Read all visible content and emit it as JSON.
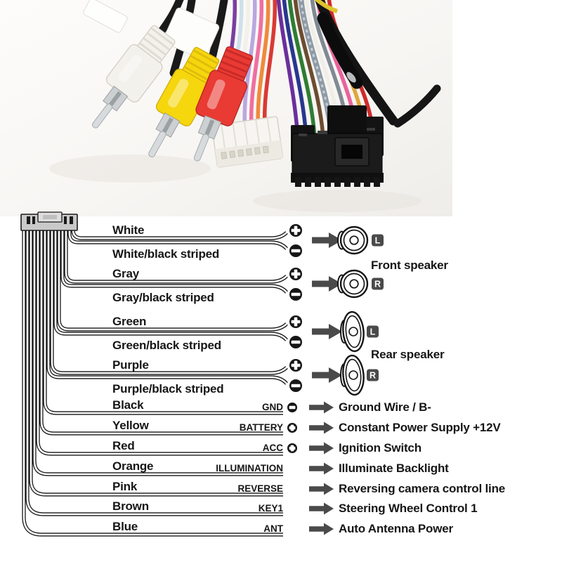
{
  "photo": {
    "rca_plugs": [
      {
        "name": "white-rca-plug",
        "color": "#f3f1eb",
        "edge": "#cfcbc1"
      },
      {
        "name": "yellow-rca-plug",
        "color": "#f6d60d",
        "edge": "#cfa90a"
      },
      {
        "name": "red-rca-plug",
        "color": "#e93a33",
        "edge": "#b02020"
      }
    ],
    "iso_connector_wire_colors": [
      "#7b3fa0",
      "#cfe0ea",
      "#f2f0ea",
      "#b9a7e0",
      "#ef6fa0",
      "#ef8a3c",
      "#d93a35"
    ],
    "quadlock_wire_colors": [
      "#6a2f9c",
      "#28378f",
      "#2e7d32",
      "#6d4c30",
      "#8e9aa6",
      "#f0eee8",
      "#808a94",
      "#e8649c",
      "#e0a63a",
      "#cf2b2b"
    ]
  },
  "diagram": {
    "ink_color": "#161616",
    "arrow_color": "#4a4a4a",
    "badge_color": "#4a4a4a",
    "rows": [
      {
        "label": "White",
        "polarity": "plus"
      },
      {
        "label": "White/black striped",
        "polarity": "minus"
      },
      {
        "label": "Gray",
        "polarity": "plus"
      },
      {
        "label": "Gray/black striped",
        "polarity": "minus"
      },
      {
        "label": "Green",
        "polarity": "plus"
      },
      {
        "label": "Green/black striped",
        "polarity": "minus"
      },
      {
        "label": "Purple",
        "polarity": "plus"
      },
      {
        "label": "Purple/black striped",
        "polarity": "minus"
      },
      {
        "label": "Black",
        "code": "GND",
        "polarity": "minus",
        "function": "Ground Wire / B-"
      },
      {
        "label": "Yellow",
        "code": "BATTERY",
        "polarity": "plus",
        "function": "Constant Power Supply +12V"
      },
      {
        "label": "Red",
        "code": "ACC",
        "polarity": "plus",
        "function": "Ignition Switch"
      },
      {
        "label": "Orange",
        "code": "ILLUMINATION",
        "function": "Illuminate Backlight"
      },
      {
        "label": "Pink",
        "code": "REVERSE",
        "function": "Reversing camera control line"
      },
      {
        "label": "Brown",
        "code": "KEY1",
        "function": "Steering Wheel Control 1"
      },
      {
        "label": "Blue",
        "code": "ANT",
        "function": "Auto  Antenna Power"
      }
    ],
    "speakers": [
      {
        "side": "L",
        "shape": "round"
      },
      {
        "side": "R",
        "shape": "round"
      },
      {
        "side": "L",
        "shape": "oval"
      },
      {
        "side": "R",
        "shape": "oval"
      }
    ],
    "groups": [
      {
        "label": "Front speaker"
      },
      {
        "label": "Rear speaker"
      }
    ]
  }
}
